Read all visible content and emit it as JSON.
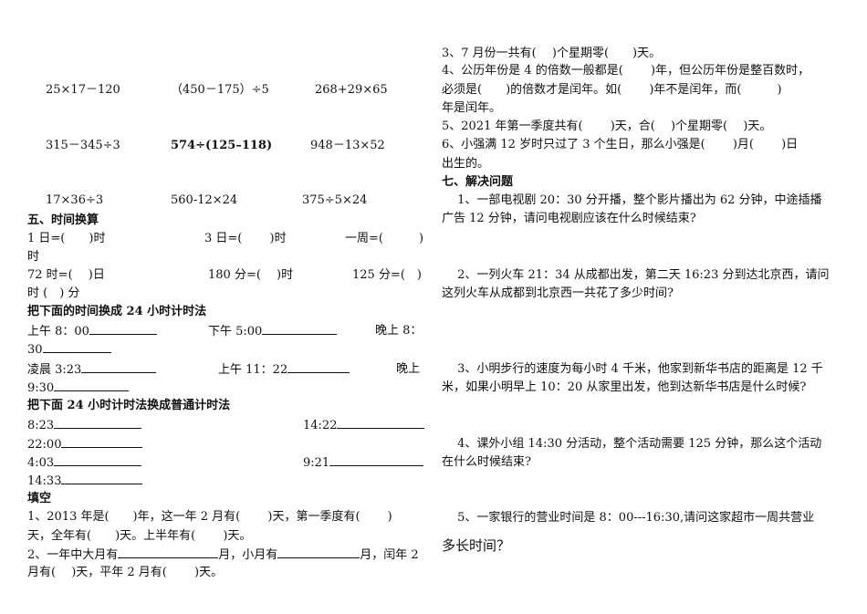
{
  "arithmetic": [
    [
      "25×17－120",
      "（450－175）÷5",
      "268+29×65"
    ],
    [
      "315－345÷3",
      "574÷(125–118)",
      "948－13×52"
    ],
    [
      "17×36÷3",
      "560-12×24",
      "375÷5×24"
    ]
  ],
  "section5": {
    "title": "五、时间换算",
    "r1": [
      "1 日=(　　)时",
      "3 日=(　　 )时",
      "一周=(　　　)"
    ],
    "r1b": "时",
    "r2": [
      "72 时=(　 )日",
      "180 分=(　 )时",
      "125 分=(　)"
    ],
    "r2b": "时 (　) 分",
    "h1": "把下面的时间换成 24 小时计时法",
    "c1": [
      "上午 8：00",
      "下午 5:00",
      "晚上 8："
    ],
    "c1b": "30",
    "c2": [
      "凌晨 3:23",
      "上午 11：22",
      "晚上"
    ],
    "c2b": "9:30",
    "h2": "把下面 24 小时计时法换成普通计时法",
    "d": [
      "8:23",
      "14:22",
      "22:00",
      "4:03",
      "9:21",
      "14:33"
    ]
  },
  "fill": {
    "title": "填空",
    "lines_left": [
      "1、2013 年是(　　)年，这一年 2 月有(　　 )天，第一季度有(　　 )",
      "天，全年有(　　)天。上半年有(　　 )天。"
    ],
    "q2a": "2、一年中大月有",
    "q2b": "月，小月有",
    "q2c": "月，闰年 2",
    "q2d": "月有(　 )天，平年 2 月有(　　 )天。",
    "lines_right": [
      "3、7 月份一共有(　 )个星期零(　　)天。",
      "4、公历年份是 4 的倍数一般都是(　　 )年，但公历年份是整百数时，",
      "必须是(　　)的倍数才是闰年。如(　　 )年不是闰年，而(　　　)",
      "年是闰年。",
      "5、2021 年第一季度共有(　　 )天，合(　 )个星期零(　 )天。",
      "6、小强满 12 岁时只过了 3 个生日，那么小强是(　　 )月(　　 )日",
      "出生的。"
    ]
  },
  "section7": {
    "title": "七、解决问题",
    "q1": [
      "　 1、一部电视剧 20：30 分开播，整个影片播出为 62 分钟，中途插播",
      "广告 12 分钟，请问电视剧应该在什么时候结束?"
    ],
    "q2": [
      "　 2、一列火车 21：34 从成都出发，第二天 16:23 分到达北京西，请问",
      "这列火车从成都到北京西一共花了多少时间?"
    ],
    "q3": [
      "　 3、小明步行的速度为每小时 4 千米，他家到新华书店的距离是 12 千",
      "米，如果小明早上 10：20 从家里出发，他到达新华书店是什么时候?"
    ],
    "q4": [
      "　 4、课外小组 14:30 分活动，整个活动需要 125 分钟，那么这个活动",
      "在什么时候结束?"
    ],
    "q5a": "　 5、一家银行的营业时间是 8：00---16:30,请问这家超市一周共营业",
    "q5b": "多长时间？"
  }
}
